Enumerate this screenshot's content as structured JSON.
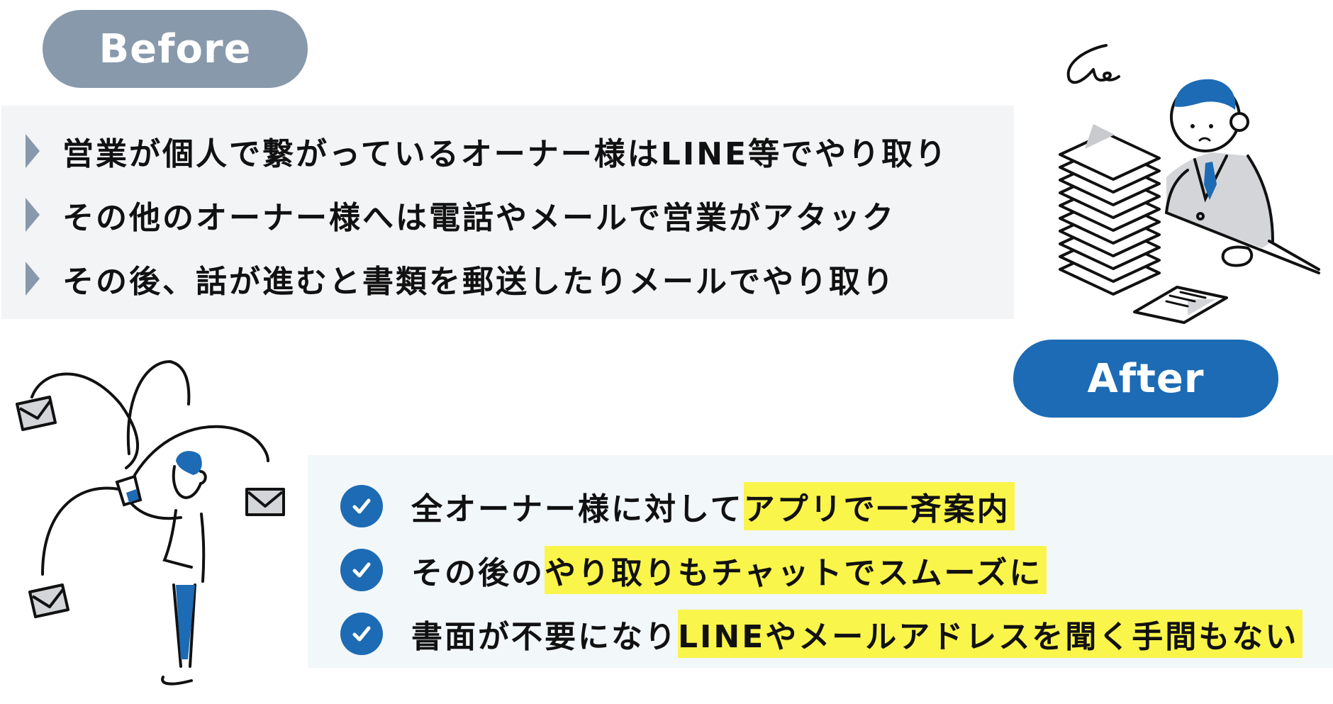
{
  "colors": {
    "before_accent": "#8799AB",
    "after_accent": "#1C6BB4",
    "before_box_bg": "#F3F4F6",
    "after_box_bg": "#F2F7FA",
    "highlight": "#FAF54A",
    "text": "#111111",
    "illustration_gray": "#D3D5D8"
  },
  "before": {
    "label": "Before",
    "bullet_icon": "triangle-right-icon",
    "items": [
      "営業が個人で繋がっているオーナー様はLINE等でやり取り",
      "その他のオーナー様へは電話やメールで営業がアタック",
      "その後、話が進むと書類を郵送したりメールでやり取り"
    ],
    "illustration": "stressed-businessman-with-paper-stack"
  },
  "after": {
    "label": "After",
    "bullet_icon": "check-circle-icon",
    "items": [
      {
        "plain": "全オーナー様に対して",
        "highlight": "アプリで一斉案内"
      },
      {
        "plain": "その後の",
        "highlight": "やり取りもチャットでスムーズに"
      },
      {
        "plain": "書面が不要になり",
        "highlight": "LINEやメールアドレスを聞く手間もない"
      }
    ],
    "illustration": "person-sending-emails-from-phone"
  }
}
